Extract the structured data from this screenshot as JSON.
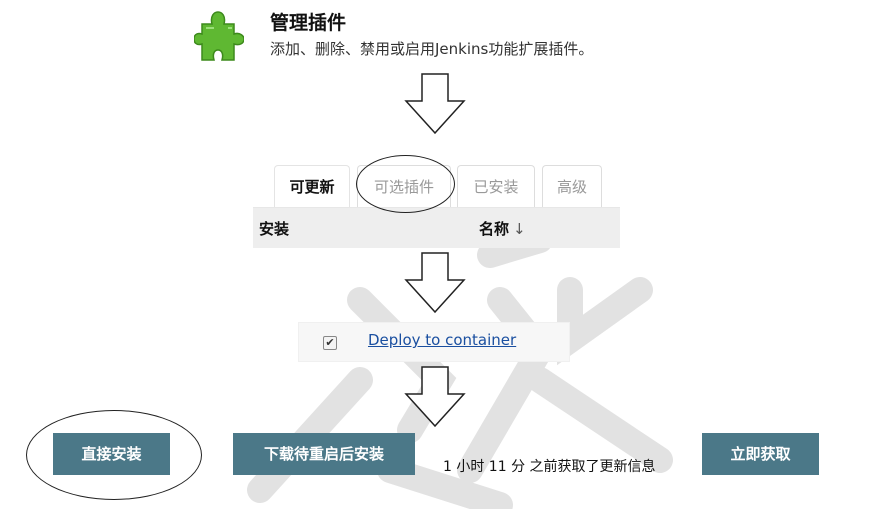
{
  "manage_plugins": {
    "title": "管理插件",
    "description": "添加、删除、禁用或启用Jenkins功能扩展插件。",
    "icon": "puzzle-piece-icon"
  },
  "tabs": [
    {
      "label": "可更新",
      "active": true
    },
    {
      "label": "可选插件",
      "active": false,
      "highlighted": true
    },
    {
      "label": "已安装",
      "active": false
    },
    {
      "label": "高级",
      "active": false
    }
  ],
  "table": {
    "col_install": "安装",
    "col_name": "名称",
    "sort_indicator": "↓"
  },
  "plugin": {
    "checked": true,
    "checkmark": "✔",
    "name": "Deploy to container"
  },
  "actions": {
    "install_now": "直接安装",
    "download_restart": "下载待重启后安装",
    "update_info": "1 小时 11 分 之前获取了更新信息",
    "fetch_now": "立即获取"
  },
  "colors": {
    "button_bg": "#4b7888",
    "link": "#1a4fa0",
    "table_header_bg": "#eeeeee"
  }
}
